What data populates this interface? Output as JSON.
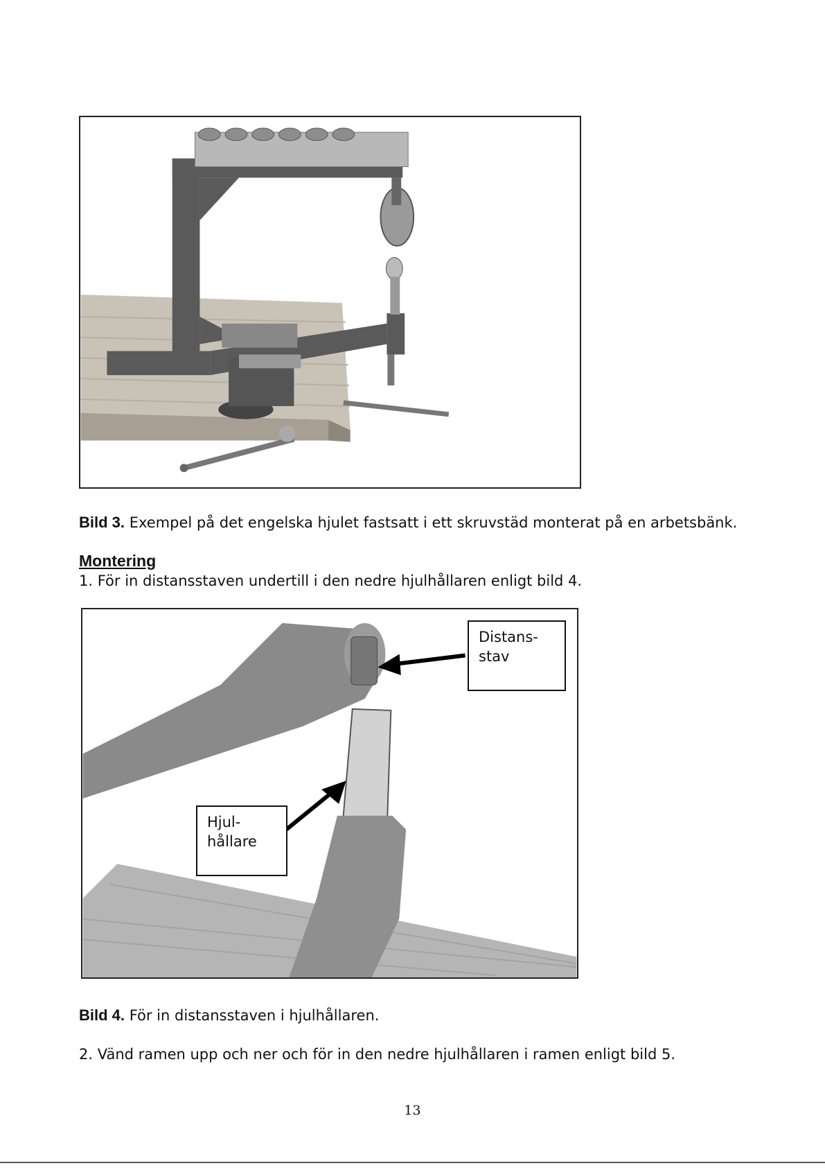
{
  "figure3": {
    "caption_label": "Bild 3.",
    "caption_text": " Exempel på det engelska hjulet fastsatt i ett skruvstäd monterat på en arbetsbänk."
  },
  "section": {
    "heading": "Montering",
    "step1": "1. För in distansstaven undertill i den nedre hjulhållaren enligt bild 4."
  },
  "figure4": {
    "callout_distans": [
      "Distans-",
      "stav"
    ],
    "callout_hjul": [
      "Hjul-",
      "hållare"
    ],
    "caption_label": "Bild 4.",
    "caption_text": " För in distansstaven i hjulhållaren."
  },
  "step2": "2. Vänd ramen upp och ner och för in den nedre hjulhållaren i ramen enligt bild 5.",
  "page_number": "13"
}
